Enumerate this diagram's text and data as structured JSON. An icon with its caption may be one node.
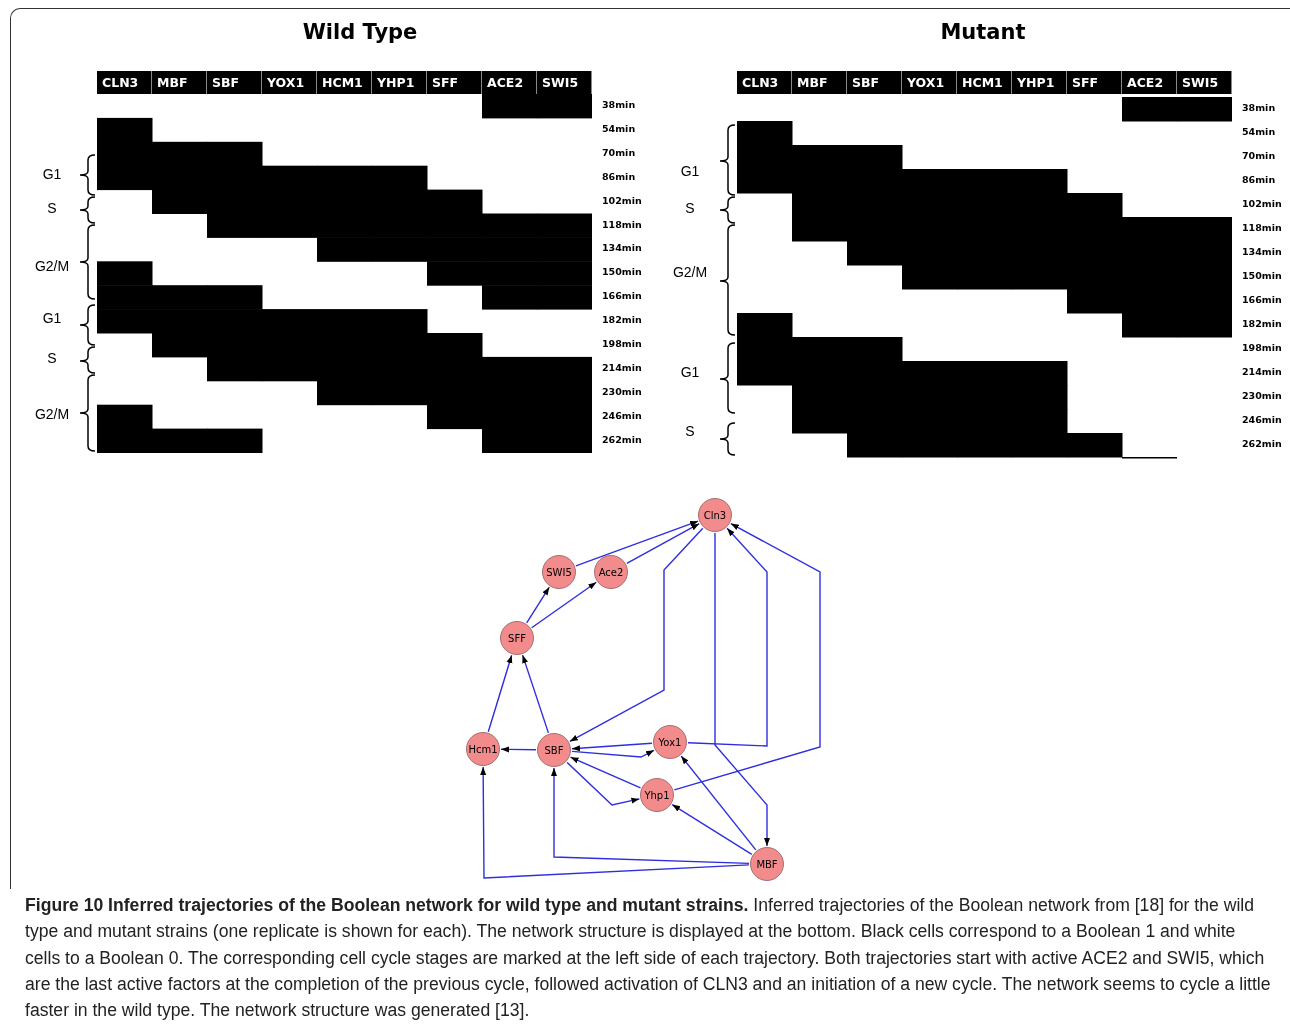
{
  "diagram": {
    "caption": "**Figure 10 Inferred trajectories of the Boolean network for wild type and mutant strains.** Inferred trajectories of the Boolean network from [18] for the wild type and mutant strains (one replicate is shown for each). The network structure is displayed at the bottom. Black cells correspond to a Boolean 1 and white cells to a Boolean 0. The corresponding cell cycle stages are marked at the left side of each trajectory. Both trajectories start with active ACE2 and SWI5, which are the last active factors at the completion of the previous cycle, followed activation of CLN3 and an initiation of a new cycle. The network seems to cycle a little faster in the wild type. The network structure was generated [13].",
    "nodes": [
      {
        "text": [
          "Cln3"
        ]
      },
      {
        "text": [
          "SWI5"
        ]
      },
      {
        "text": [
          "Ace2"
        ]
      },
      {
        "text": [
          "SFF"
        ]
      },
      {
        "text": [
          "Hcm1"
        ]
      },
      {
        "text": [
          "SBF"
        ]
      },
      {
        "text": [
          "Yox1"
        ]
      },
      {
        "text": [
          "Yhp1"
        ]
      },
      {
        "text": [
          "MBF"
        ]
      }
    ],
    "edges": [
      {
        "from": 1,
        "to": 0,
        "arrow": "to"
      },
      {
        "from": 2,
        "to": 0,
        "arrow": "to"
      },
      {
        "from": 3,
        "to": 1,
        "arrow": "to"
      },
      {
        "from": 3,
        "to": 2,
        "arrow": "to"
      },
      {
        "from": 4,
        "to": 3,
        "arrow": "to"
      },
      {
        "from": 5,
        "to": 3,
        "arrow": "to"
      },
      {
        "from": 0,
        "to": 5,
        "arrow": "to"
      },
      {
        "from": 0,
        "to": 8,
        "arrow": "to"
      },
      {
        "from": 6,
        "to": 0,
        "arrow": "to"
      },
      {
        "from": 7,
        "to": 0,
        "arrow": "to"
      },
      {
        "from": 5,
        "to": 4,
        "arrow": "to"
      },
      {
        "from": 6,
        "to": 5,
        "arrow": "to"
      },
      {
        "from": 5,
        "to": 6,
        "arrow": "to"
      },
      {
        "from": 7,
        "to": 5,
        "arrow": "to"
      },
      {
        "from": 5,
        "to": 7,
        "arrow": "to"
      },
      {
        "from": 8,
        "to": 6,
        "arrow": "to"
      },
      {
        "from": 8,
        "to": 7,
        "arrow": "to"
      },
      {
        "from": 8,
        "to": 5,
        "arrow": "to"
      },
      {
        "from": 8,
        "to": 4,
        "arrow": "to"
      }
    ],
    "labels": [
      "Wild Type",
      "Mutant",
      "CLN3",
      "MBF",
      "SBF",
      "YOX1",
      "HCM1",
      "YHP1",
      "SFF",
      "ACE2",
      "SWI5",
      "38min",
      "54min",
      "70min",
      "86min",
      "102min",
      "118min",
      "134min",
      "150min",
      "166min",
      "182min",
      "198min",
      "214min",
      "230min",
      "246min",
      "262min",
      "G1",
      "S",
      "G2/M",
      "G1",
      "S",
      "G2/M",
      "CLN3",
      "MBF",
      "SBF",
      "YOX1",
      "HCM1",
      "YHP1",
      "SFF",
      "ACE2",
      "SWI5",
      "38min",
      "54min",
      "70min",
      "86min",
      "102min",
      "118min",
      "134min",
      "150min",
      "166min",
      "182min",
      "198min",
      "214min",
      "230min",
      "246min",
      "262min",
      "G1",
      "S",
      "G2/M",
      "G1",
      "S"
    ]
  }
}
